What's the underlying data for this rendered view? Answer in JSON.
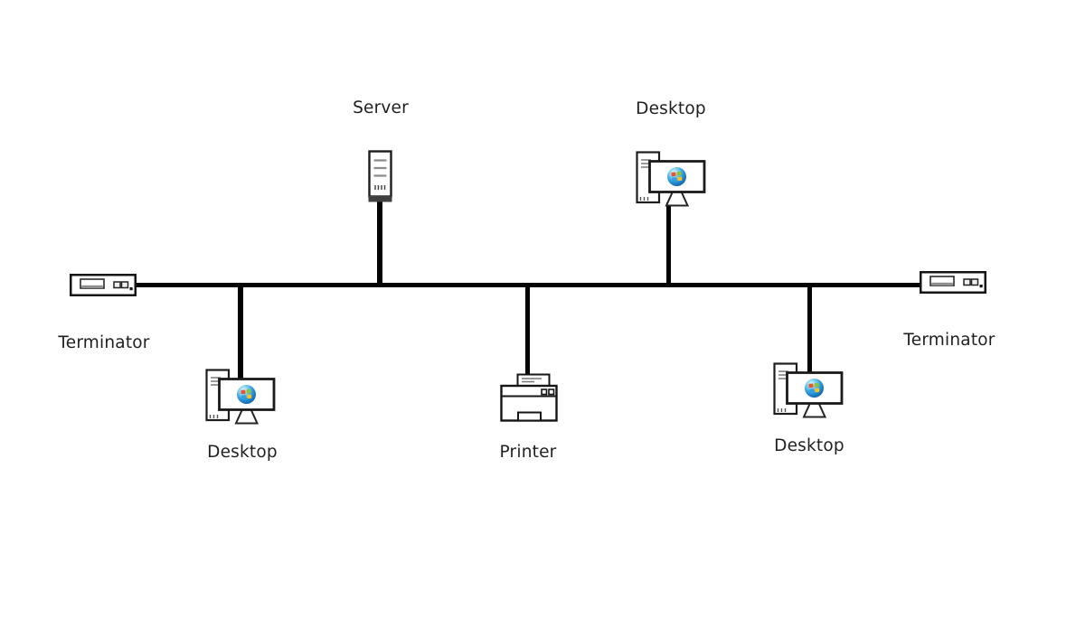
{
  "diagram": {
    "type": "bus-network-topology",
    "background": "#ffffff",
    "cable_color": "#050505",
    "label_color": "#1f1f1f",
    "windows_logo_colors": {
      "orb_blue": "#2e9ad8",
      "pane_red": "#e8542f",
      "pane_green": "#8bc43c",
      "pane_blue": "#34a0e0",
      "pane_yellow": "#f7c028"
    }
  },
  "nodes": [
    {
      "id": "terminator-left",
      "type": "terminator",
      "label": "Terminator"
    },
    {
      "id": "server",
      "type": "server",
      "label": "Server"
    },
    {
      "id": "desktop-top",
      "type": "desktop",
      "label": "Desktop"
    },
    {
      "id": "desktop-bottom-left",
      "type": "desktop",
      "label": "Desktop"
    },
    {
      "id": "printer",
      "type": "printer",
      "label": "Printer"
    },
    {
      "id": "desktop-bottom-right",
      "type": "desktop",
      "label": "Desktop"
    },
    {
      "id": "terminator-right",
      "type": "terminator",
      "label": "Terminator"
    }
  ],
  "connections": [
    {
      "from": "terminator-left",
      "to": "bus"
    },
    {
      "from": "server",
      "to": "bus"
    },
    {
      "from": "desktop-top",
      "to": "bus"
    },
    {
      "from": "desktop-bottom-left",
      "to": "bus"
    },
    {
      "from": "printer",
      "to": "bus"
    },
    {
      "from": "desktop-bottom-right",
      "to": "bus"
    },
    {
      "from": "terminator-right",
      "to": "bus"
    }
  ]
}
